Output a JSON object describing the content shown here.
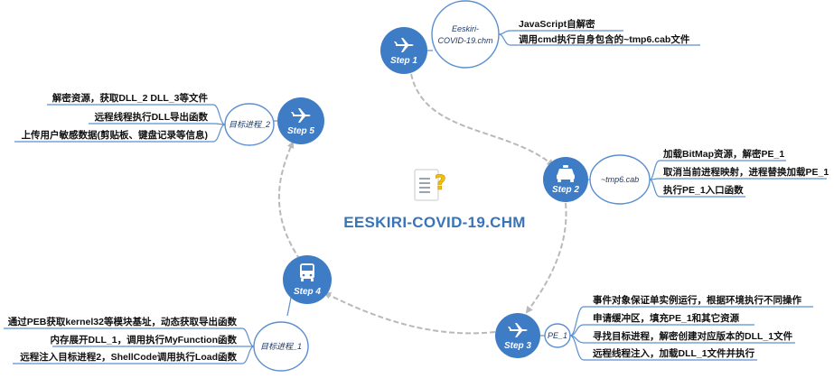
{
  "title": "EESKIRI-COVID-19.CHM",
  "center_icon": "chm-help-file-icon",
  "colors": {
    "step_fill": "#3f7cc6",
    "node_stroke": "#5b8fcf",
    "title": "#3a74b8",
    "arrow": "#b9b9b9",
    "underline": "#4a7fc4"
  },
  "steps": [
    {
      "id": "step1",
      "label": "Step 1",
      "icon": "airplane-icon",
      "node": "Eeskiri-COVID-19.chm",
      "node_lines": [
        "Eeskiri-",
        "COVID-19.chm"
      ],
      "items": [
        "JavaScript自解密",
        "调用cmd执行自身包含的~tmp6.cab文件"
      ]
    },
    {
      "id": "step2",
      "label": "Step 2",
      "icon": "taxi-icon",
      "node": "~tmp6.cab",
      "node_lines": [
        "~tmp6.cab"
      ],
      "items": [
        "加载BitMap资源，解密PE_1",
        "取消当前进程映射，进程替换加载PE_1",
        "执行PE_1入口函数"
      ]
    },
    {
      "id": "step3",
      "label": "Step 3",
      "icon": "airplane-icon",
      "node": "PE_1",
      "node_lines": [
        "PE_1"
      ],
      "items": [
        "事件对象保证单实例运行，根据环境执行不同操作",
        "申请缓冲区，填充PE_1和其它资源",
        "寻找目标进程，解密创建对应版本的DLL_1文件",
        "远程线程注入，加载DLL_1文件并执行"
      ]
    },
    {
      "id": "step4",
      "label": "Step 4",
      "icon": "bus-icon",
      "node": "目标进程_1",
      "node_lines": [
        "目标进程_1"
      ],
      "items": [
        "通过PEB获取kernel32等模块基址，动态获取导出函数",
        "内存展开DLL_1，调用执行MyFunction函数",
        "远程注入目标进程2，ShellCode调用执行Load函数"
      ]
    },
    {
      "id": "step5",
      "label": "Step 5",
      "icon": "airplane-icon",
      "node": "目标进程_2",
      "node_lines": [
        "目标进程_2"
      ],
      "items": [
        "解密资源，获取DLL_2 DLL_3等文件",
        "远程线程执行DLL导出函数",
        "上传用户敏感数据(剪贴板、键盘记录等信息)"
      ]
    }
  ]
}
